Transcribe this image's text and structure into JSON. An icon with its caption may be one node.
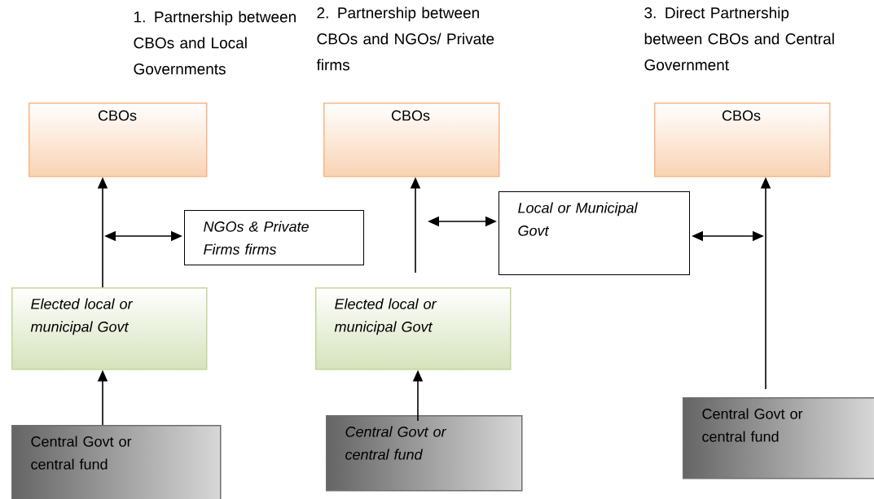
{
  "diagram": {
    "nodes": [
      {
        "text": [
          "CBOs"
        ]
      },
      {
        "text": [
          "CBOs"
        ]
      },
      {
        "text": [
          "CBOs"
        ]
      },
      {
        "text": [
          "NGOs & Private Firms firms"
        ]
      },
      {
        "text": [
          "Local or Municipal Govt"
        ]
      },
      {
        "text": [
          "Elected local or municipal Govt"
        ]
      },
      {
        "text": [
          "Elected local or municipal Govt"
        ]
      },
      {
        "text": [
          "Central Govt or central fund"
        ]
      },
      {
        "text": [
          "Central Govt or central fund"
        ]
      },
      {
        "text": [
          "Central Govt or central fund"
        ]
      }
    ],
    "edges": [
      {
        "from": 5,
        "to": 0,
        "arrow": "to"
      },
      {
        "from": null,
        "to": 3,
        "arrow": "both"
      },
      {
        "from": 7,
        "to": 5,
        "arrow": "to"
      },
      {
        "from": 6,
        "to": 1,
        "arrow": "to"
      },
      {
        "from": null,
        "to": 4,
        "arrow": "both"
      },
      {
        "from": 8,
        "to": 6,
        "arrow": "to"
      },
      {
        "from": 4,
        "to": null,
        "arrow": "both"
      },
      {
        "from": 9,
        "to": 2,
        "arrow": "to"
      }
    ],
    "labels": [
      "1. Partnership between CBOs and Local Governments",
      "2. Partnership between CBOs and NGOs/ Private firms",
      "3. Direct Partnership between CBOs and Central Government"
    ]
  }
}
